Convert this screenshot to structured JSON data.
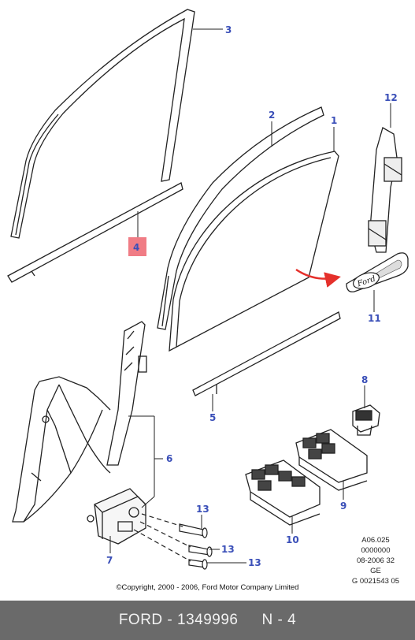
{
  "callouts": {
    "c1": "1",
    "c2": "2",
    "c3": "3",
    "c4": "4",
    "c5": "5",
    "c6": "6",
    "c7": "7",
    "c8": "8",
    "c9": "9",
    "c10": "10",
    "c11": "11",
    "c12": "12",
    "c13a": "13",
    "c13b": "13",
    "c13c": "13"
  },
  "logo_text": "Ford",
  "code_lines": [
    "A06.025",
    "0000000",
    "08-2006 32",
    "GE",
    "G 0021543 05"
  ],
  "copyright": "©Copyright, 2000 - 2006, Ford Motor Company Limited",
  "footer": {
    "part": "FORD - 1349996",
    "ref": "N - 4"
  },
  "colors": {
    "callout": "#3a4fb8",
    "highlight": "#f07c85",
    "arrow": "#e5302b",
    "footer_bg": "#6a6a6a"
  }
}
